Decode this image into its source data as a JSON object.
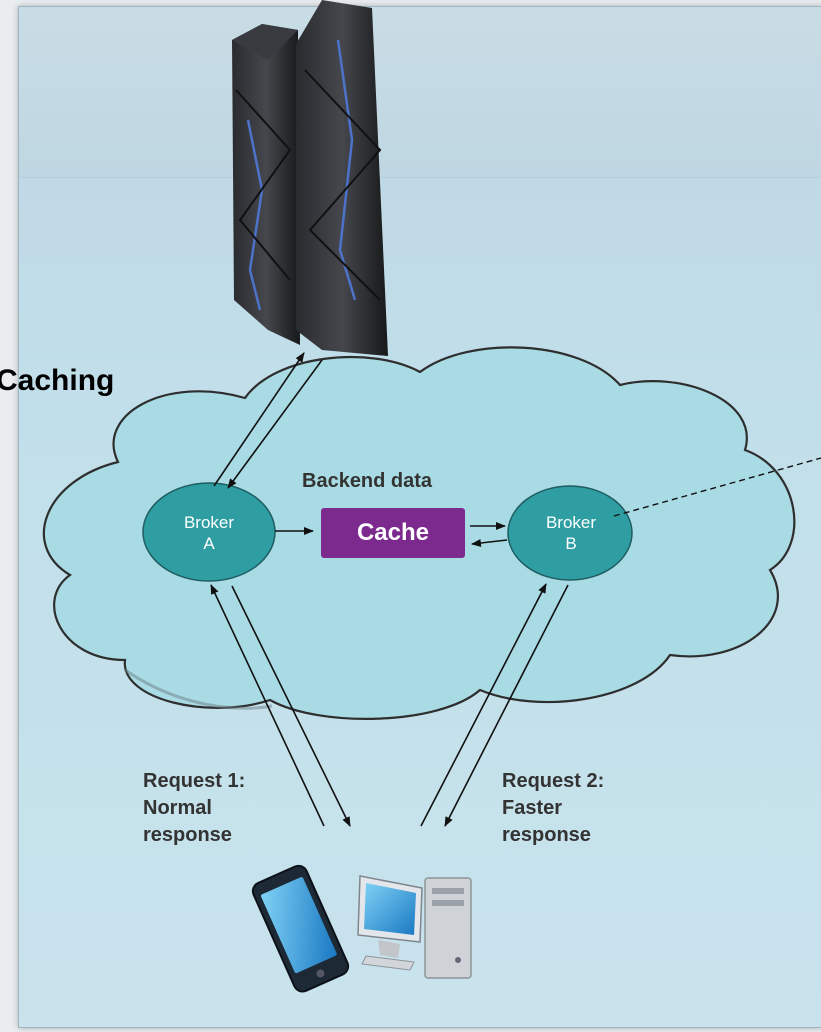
{
  "title": "Caching",
  "backend_label": "Backend data",
  "cache_label": "Cache",
  "broker_a": {
    "line1": "Broker",
    "line2": "A"
  },
  "broker_b": {
    "line1": "Broker",
    "line2": "B"
  },
  "request1": {
    "line1": "Request 1:",
    "line2": "Normal",
    "line3": "response"
  },
  "request2": {
    "line1": "Request 2:",
    "line2": "Faster",
    "line3": "response"
  },
  "colors": {
    "cloud_fill": "#a9dbe5",
    "broker_fill": "#2e9ea3",
    "cache_fill": "#7d2a8f",
    "server_body": "#1e1f22"
  },
  "icons": [
    "mainframe-server-icon",
    "smartphone-icon",
    "desktop-computer-icon"
  ]
}
